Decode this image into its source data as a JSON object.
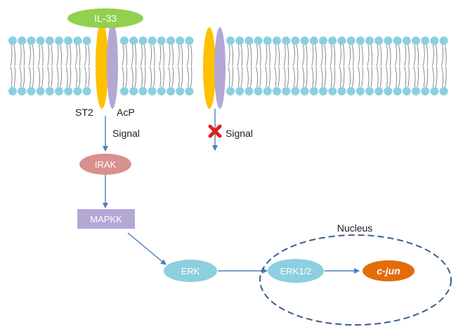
{
  "ligand": {
    "label": "IL-33",
    "color": "#92d050"
  },
  "receptors": {
    "st2_label": "ST2",
    "acp_label": "AcP",
    "st2_color": "#ffc000",
    "acp_color": "#b4a7d6"
  },
  "signals": {
    "active_label": "Signal",
    "blocked_label": "Signal",
    "blocked_marker_color": "#e02020"
  },
  "nodes": {
    "irak": {
      "label": "IRAK",
      "color": "#d9908f"
    },
    "mapkk": {
      "label": "MAPKK",
      "color": "#b4a7d6"
    },
    "erk": {
      "label": "ERK",
      "color": "#8ccfe0"
    },
    "erk12": {
      "label": "ERK1/2",
      "color": "#8ccfe0"
    },
    "cjun": {
      "label": "c-jun",
      "color": "#e36c0a"
    }
  },
  "nucleus": {
    "label": "Nucleus",
    "border_color": "#3c5f8c"
  },
  "membrane": {
    "head_color": "#8ccfe0",
    "tail_color": "#7f7f7f"
  },
  "arrow_color": "#4a7ebf"
}
